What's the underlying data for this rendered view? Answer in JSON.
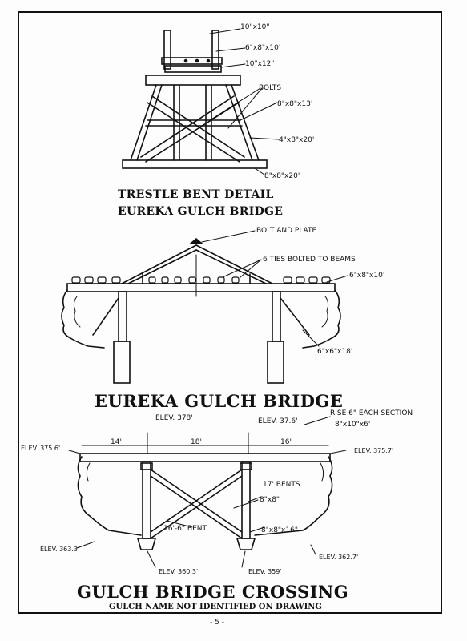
{
  "trestle": {
    "labels": {
      "top_post": "10\"x10\"",
      "cap_beam": "6\"x8\"x10'",
      "sill": "10\"x12\"",
      "bolts": "BOLTS",
      "brace1": "8\"x8\"x13'",
      "brace2": "4\"x8\"x20'",
      "base": "8\"x8\"x20'"
    },
    "caption_line1": "TRESTLE BENT DETAIL",
    "caption_line2": "EUREKA GULCH BRIDGE"
  },
  "eureka": {
    "labels": {
      "bolt_plate": "BOLT AND PLATE",
      "ties": "6 TIES BOLTED TO BEAMS",
      "beam": "6\"x8\"x10'",
      "post": "6\"x6\"x18'"
    },
    "title": "EUREKA GULCH BRIDGE"
  },
  "crossing": {
    "labels": {
      "elev_left_top": "ELEV. 375.6'",
      "elev_a": "ELEV. 378'",
      "elev_b": "ELEV. 37.6'",
      "rise": "RISE 6\" EACH SECTION",
      "beam": "8\"x10\"x6'",
      "elev_right_top": "ELEV. 375.7'",
      "span1": "14'",
      "span2": "18'",
      "span3": "16'",
      "bents": "17' BENTS",
      "post_size": "8\"x8\"",
      "bent": "16'-6\" BENT",
      "sill": "8\"x8\"x16\"",
      "elev_left_bot": "ELEV. 363.3'",
      "elev_mid_left": "ELEV. 360.3'",
      "elev_mid_right": "ELEV. 359'",
      "elev_right_bot": "ELEV. 362.7'"
    },
    "title": "GULCH BRIDGE CROSSING",
    "subtitle": "GULCH NAME NOT IDENTIFIED ON DRAWING"
  },
  "page_number": "- 5 -"
}
